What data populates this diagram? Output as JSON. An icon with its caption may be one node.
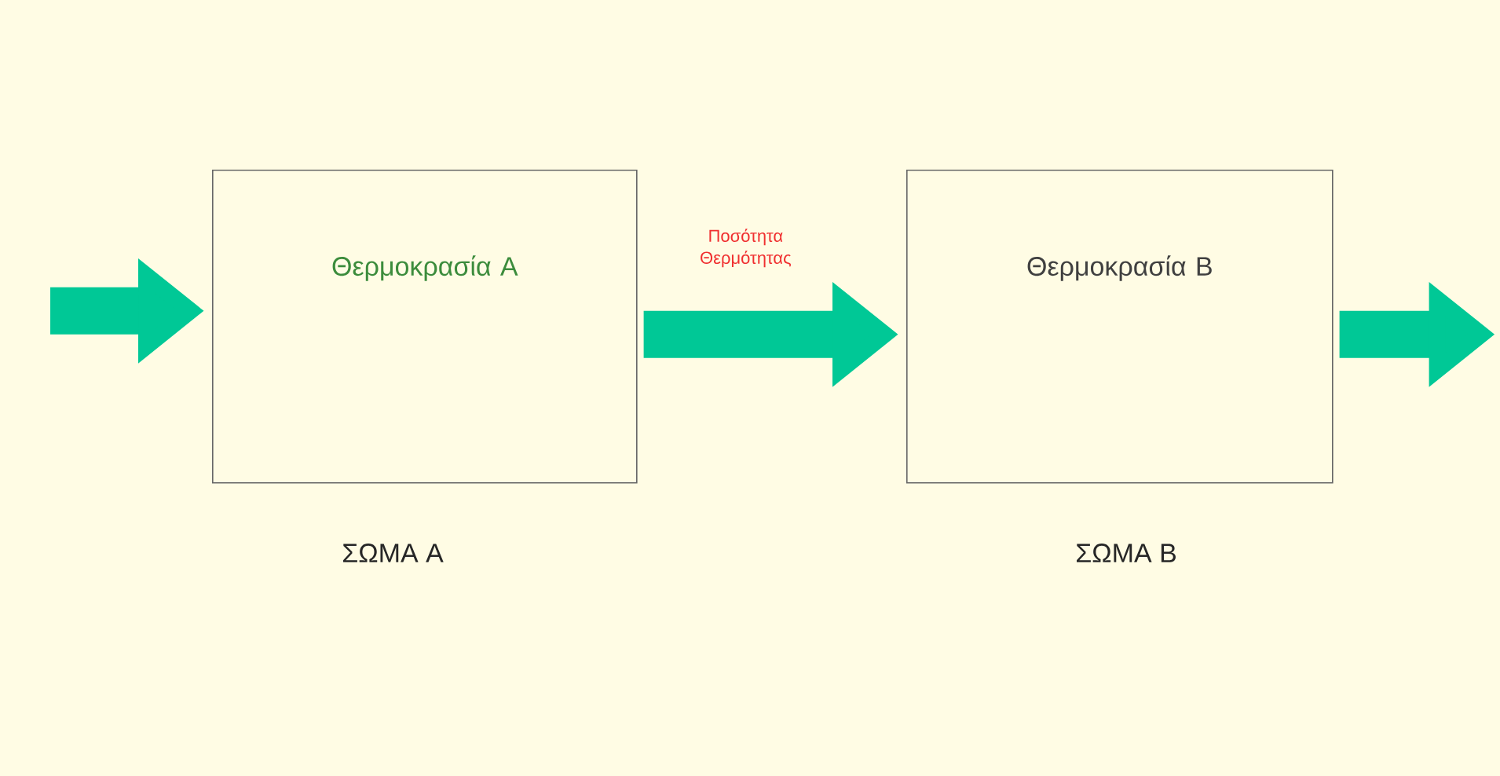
{
  "diagram": {
    "nodes": [
      {
        "text": [
          "Θερμοκρασία A"
        ],
        "beside": [
          "ΣΩΜΑ A"
        ]
      },
      {
        "text": [
          "Θερμοκρασία B"
        ],
        "beside": [
          "ΣΩΜΑ B"
        ]
      }
    ],
    "edges": [
      {
        "from": null,
        "to": 0,
        "arrow": "to"
      },
      {
        "from": 0,
        "to": 1,
        "arrow": "to",
        "label": "Ποσότητα Θερμότητας"
      },
      {
        "from": 1,
        "to": null,
        "arrow": "to"
      }
    ]
  }
}
